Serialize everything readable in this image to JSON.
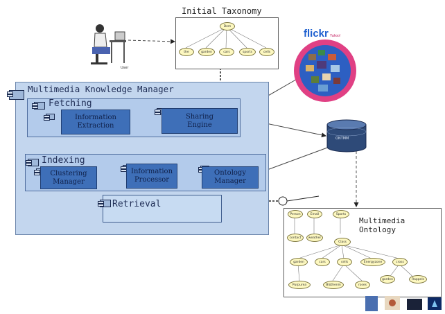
{
  "initial_taxonomy": {
    "title": "Initial Taxonomy",
    "root": "Dem",
    "children": [
      "the",
      "garden",
      "cars",
      "sports",
      "cells"
    ]
  },
  "user": {
    "label": "User"
  },
  "flickr": {
    "logo": "flickr",
    "tagline": "Yahoo!",
    "colors": {
      "ring": "#e04084",
      "inner": "#2d5fc2"
    }
  },
  "mkm": {
    "title": "Multimedia Knowledge Manager",
    "fetching": {
      "title": "Fetching",
      "information_extraction": "Information Extraction",
      "sharing_engine": "Sharing Engine"
    },
    "indexing": {
      "title": "Indexing",
      "clustering_manager": "Clustering Manager",
      "information_processor": "Information Processor",
      "ontology_manager": "Ontology Manager"
    },
    "retrieval": {
      "title": "Retrieval"
    }
  },
  "database": {
    "label": "ONTMM"
  },
  "multimedia_ontology": {
    "title": "Multimedia Ontology",
    "top_nodes": [
      "Person",
      "Email",
      "Sports"
    ],
    "mid_nodes": [
      "contact",
      "weather",
      "Class"
    ],
    "branch_nodes": [
      "garden",
      "cars",
      "cells",
      "Energyzone",
      "cross"
    ],
    "leaf_nodes": [
      "Purpurea",
      "Blüthenin",
      "roses",
      "garden",
      "Rappels"
    ]
  },
  "colors": {
    "mkm_bg": "#c3d6ee",
    "module_bg": "#b3cbeb",
    "component": "#3e6fb8",
    "db": "#2e4a78"
  }
}
